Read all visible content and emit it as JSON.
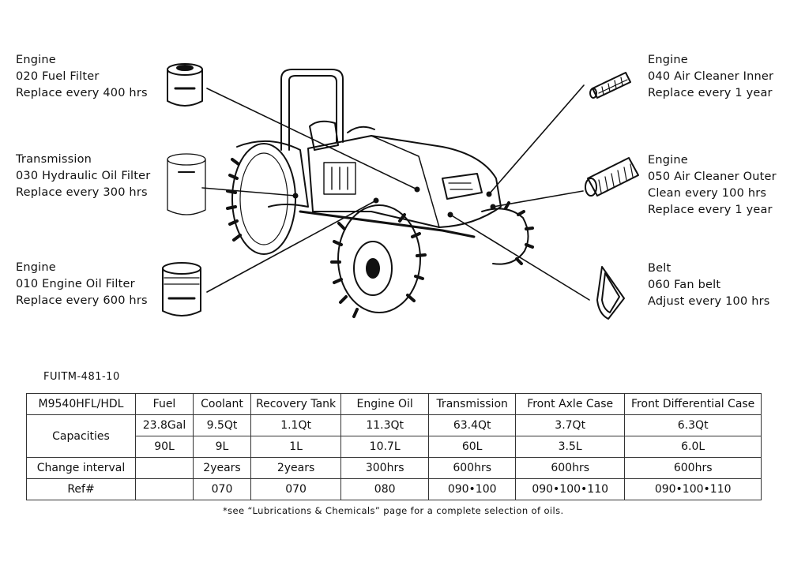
{
  "callouts": {
    "fuel_filter": [
      "Engine",
      "020 Fuel Filter",
      "Replace every 400 hrs"
    ],
    "hydraulic_filter": [
      "Transmission",
      "030 Hydraulic Oil Filter",
      "Replace every 300 hrs"
    ],
    "oil_filter": [
      "Engine",
      "010 Engine Oil Filter",
      "Replace every 600 hrs"
    ],
    "air_inner": [
      "Engine",
      "040 Air Cleaner Inner",
      "Replace every 1 year"
    ],
    "air_outer": [
      "Engine",
      "050 Air Cleaner Outer",
      "Clean every 100 hrs",
      "Replace every 1 year"
    ],
    "fan_belt": [
      "Belt",
      "060 Fan belt",
      "Adjust every 100 hrs"
    ]
  },
  "doc_id": "FUITM-481-10",
  "table": {
    "model": "M9540HFL/HDL",
    "columns": [
      "Fuel",
      "Coolant",
      "Recovery Tank",
      "Engine Oil",
      "Transmission",
      "Front Axle Case",
      "Front Differential Case"
    ],
    "capacities_label": "Capacities",
    "capacities_us": [
      "23.8Gal",
      "9.5Qt",
      "1.1Qt",
      "11.3Qt",
      "63.4Qt",
      "3.7Qt",
      "6.3Qt"
    ],
    "capacities_metric": [
      "90L",
      "9L",
      "1L",
      "10.7L",
      "60L",
      "3.5L",
      "6.0L"
    ],
    "change_label": "Change interval",
    "change": [
      "",
      "2years",
      "2years",
      "300hrs",
      "600hrs",
      "600hrs",
      "600hrs"
    ],
    "ref_label": "Ref#",
    "ref": [
      "",
      "070",
      "070",
      "080",
      "090•100",
      "090•100•110",
      "090•100•110"
    ]
  },
  "footnote": "*see “Lubrications & Chemicals” page for a complete selection of oils."
}
